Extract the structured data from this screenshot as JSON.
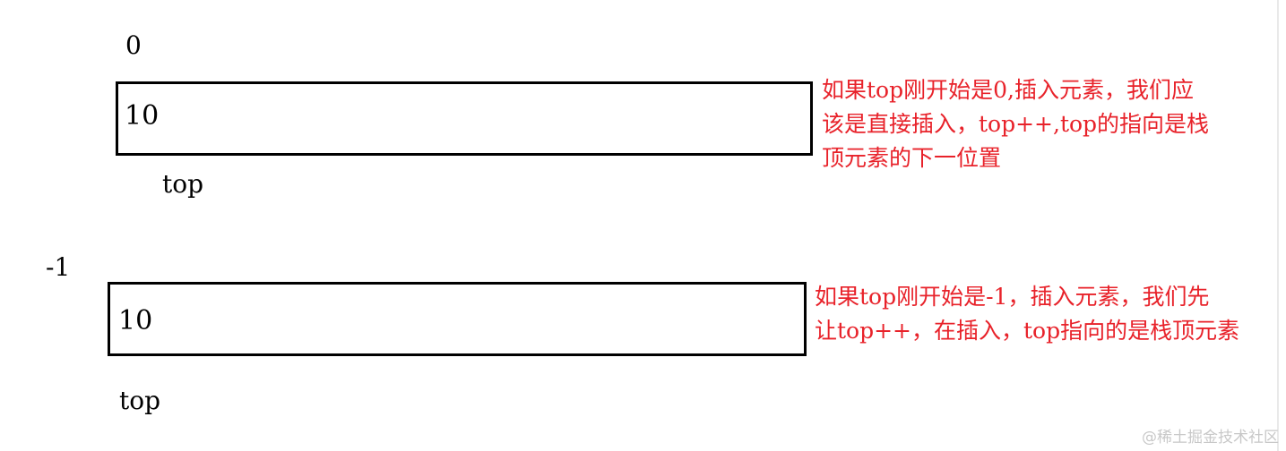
{
  "diagram_1": {
    "index_label": "0",
    "cell_value": "10",
    "pointer_label": "top",
    "note_lines": [
      "如果top刚开始是0,插入元素，我们应",
      "该是直接插入，top++,top的指向是栈",
      "顶元素的下一位置"
    ],
    "note_color": "#e8222a"
  },
  "diagram_2": {
    "index_label": "-1",
    "cell_value": "10",
    "pointer_label": "top",
    "note_lines": [
      "如果top刚开始是-1，插入元素，我们先",
      "让top++，在插入，top指向的是栈顶元素"
    ],
    "note_color": "#e8222a"
  },
  "watermark": "@稀土掘金技术社区"
}
